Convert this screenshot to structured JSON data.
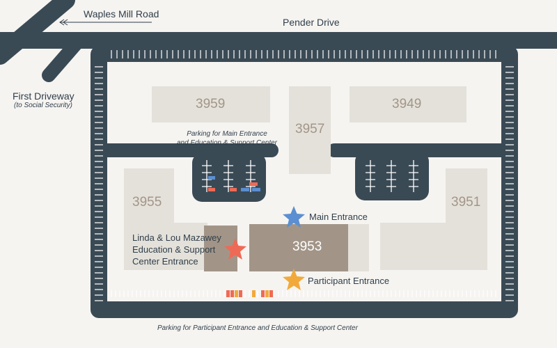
{
  "roads": {
    "waples_mill": "Waples Mill Road",
    "pender": "Pender Drive",
    "first_driveway": "First Driveway",
    "first_driveway_note": "(to Social Security)"
  },
  "buildings": {
    "b3959": "3959",
    "b3949": "3949",
    "b3957": "3957",
    "b3955": "3955",
    "b3951": "3951",
    "b3953": "3953"
  },
  "parking_notes": {
    "main_line1": "Parking for Main Entrance",
    "main_line2": "and Education & Support Center",
    "participant": "Parking for Participant Entrance and Education & Support Center"
  },
  "entrances": {
    "main": "Main Entrance",
    "participant": "Participant Entrance",
    "education_line1": "Linda & Lou Mazawey",
    "education_line2": "Education & Support",
    "education_line3": "Center Entrance"
  },
  "colors": {
    "road": "#3a4a55",
    "building": "#e4e1da",
    "building_dark": "#a29588",
    "main_star": "#5b8fd1",
    "education_star": "#ef6a56",
    "participant_star": "#f2a93b"
  }
}
